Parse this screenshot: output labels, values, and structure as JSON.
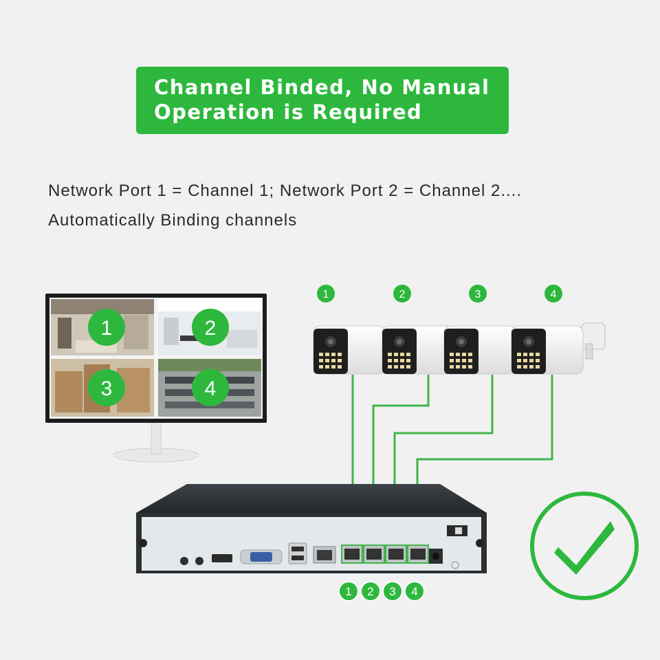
{
  "banner": {
    "line1": "Channel Binded, No Manual",
    "line2": "Operation is Required"
  },
  "description": {
    "line1": "Network Port 1 = Channel 1;  Network Port 2 = Channel 2....",
    "line2": "Automatically Binding channels"
  },
  "monitor": {
    "tiles": [
      {
        "number": "1",
        "scene": "lobby"
      },
      {
        "number": "2",
        "scene": "office"
      },
      {
        "number": "3",
        "scene": "warehouse"
      },
      {
        "number": "4",
        "scene": "factory"
      }
    ]
  },
  "cameras": [
    {
      "number": "1"
    },
    {
      "number": "2"
    },
    {
      "number": "3"
    },
    {
      "number": "4"
    }
  ],
  "ports": [
    {
      "number": "1"
    },
    {
      "number": "2"
    },
    {
      "number": "3"
    },
    {
      "number": "4"
    }
  ],
  "colors": {
    "accent": "#2db83d",
    "cable": "#3fb54a",
    "nvr_body": "#2f3438",
    "nvr_panel": "#e4e8ea"
  },
  "icons": {
    "check": "checkmark-icon"
  }
}
